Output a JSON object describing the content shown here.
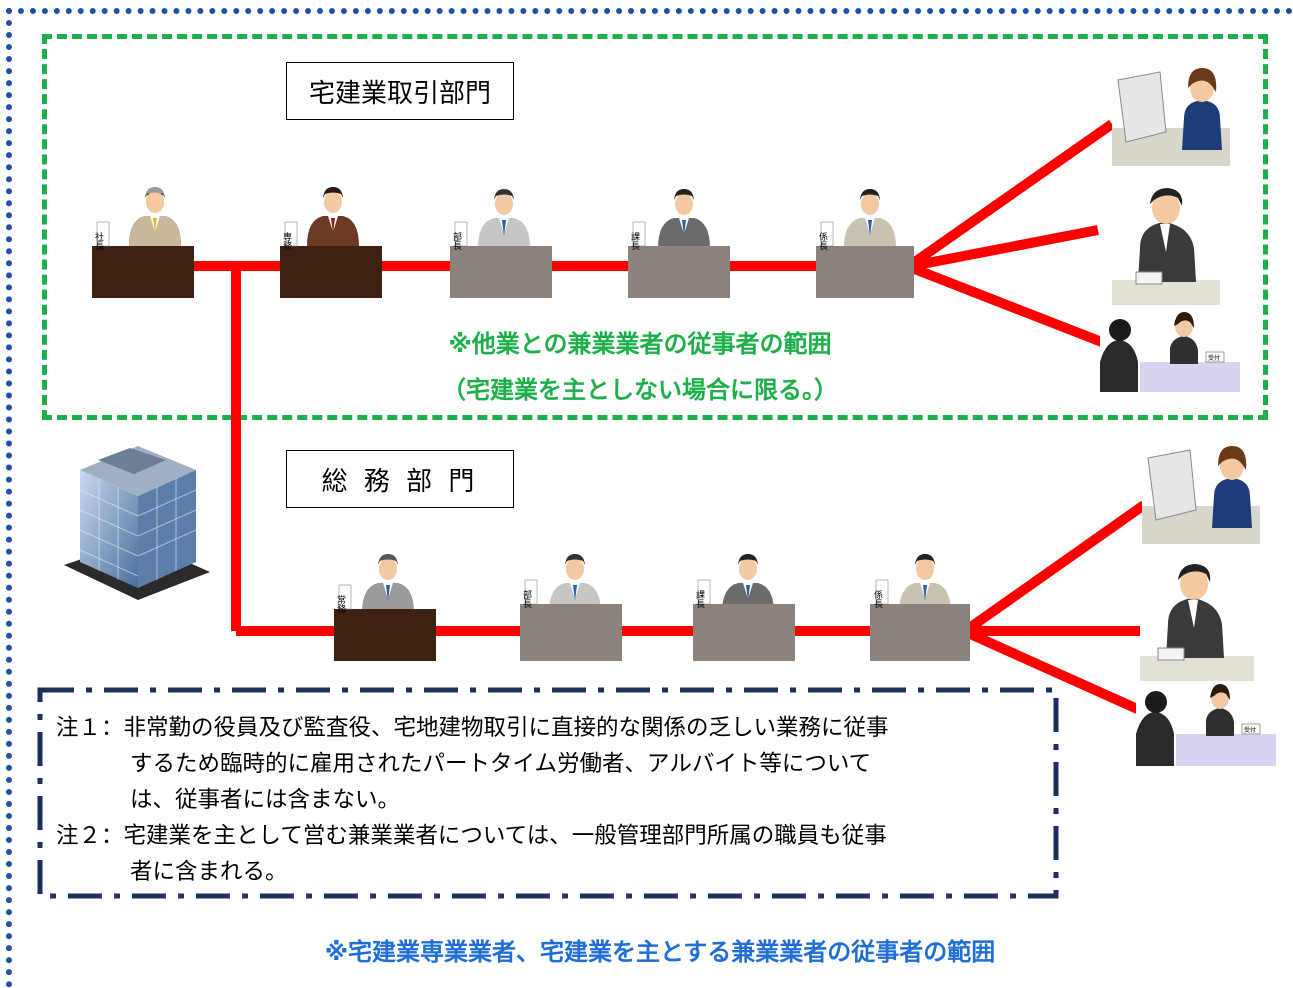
{
  "departments": {
    "top": "宅建業取引部門",
    "bottom": "総 務 部 門"
  },
  "green_note": {
    "line1": "※他業との兼業業者の従事者の範囲",
    "line2": "（宅建業を主としない場合に限る。）"
  },
  "nameplates": {
    "president": "社長",
    "senmu": "専務",
    "bucho": "部長",
    "kacho": "課長",
    "kakaricho": "係長",
    "jomu": "常務",
    "reception": "受付"
  },
  "notes": {
    "n1_l1": "注１：非常勤の役員及び監査役、宅地建物取引に直接的な関係の乏しい業務に従事",
    "n1_l2": "するため臨時的に雇用されたパートタイム労働者、アルバイト等について",
    "n1_l3": "は、従事者には含まない。",
    "n2_l1": "注２：宅建業を主として営む兼業業者については、一般管理部門所属の職員も従事",
    "n2_l2": "者に含まれる。"
  },
  "blue_note": "※宅建業専業業者、宅建業を主とする兼業業者の従事者の範囲",
  "colors": {
    "line": "#ff0000",
    "green": "#1db04a",
    "blue": "#1f4fa8",
    "desk_dark": "#3d2212",
    "desk_gray": "#8c827c"
  }
}
